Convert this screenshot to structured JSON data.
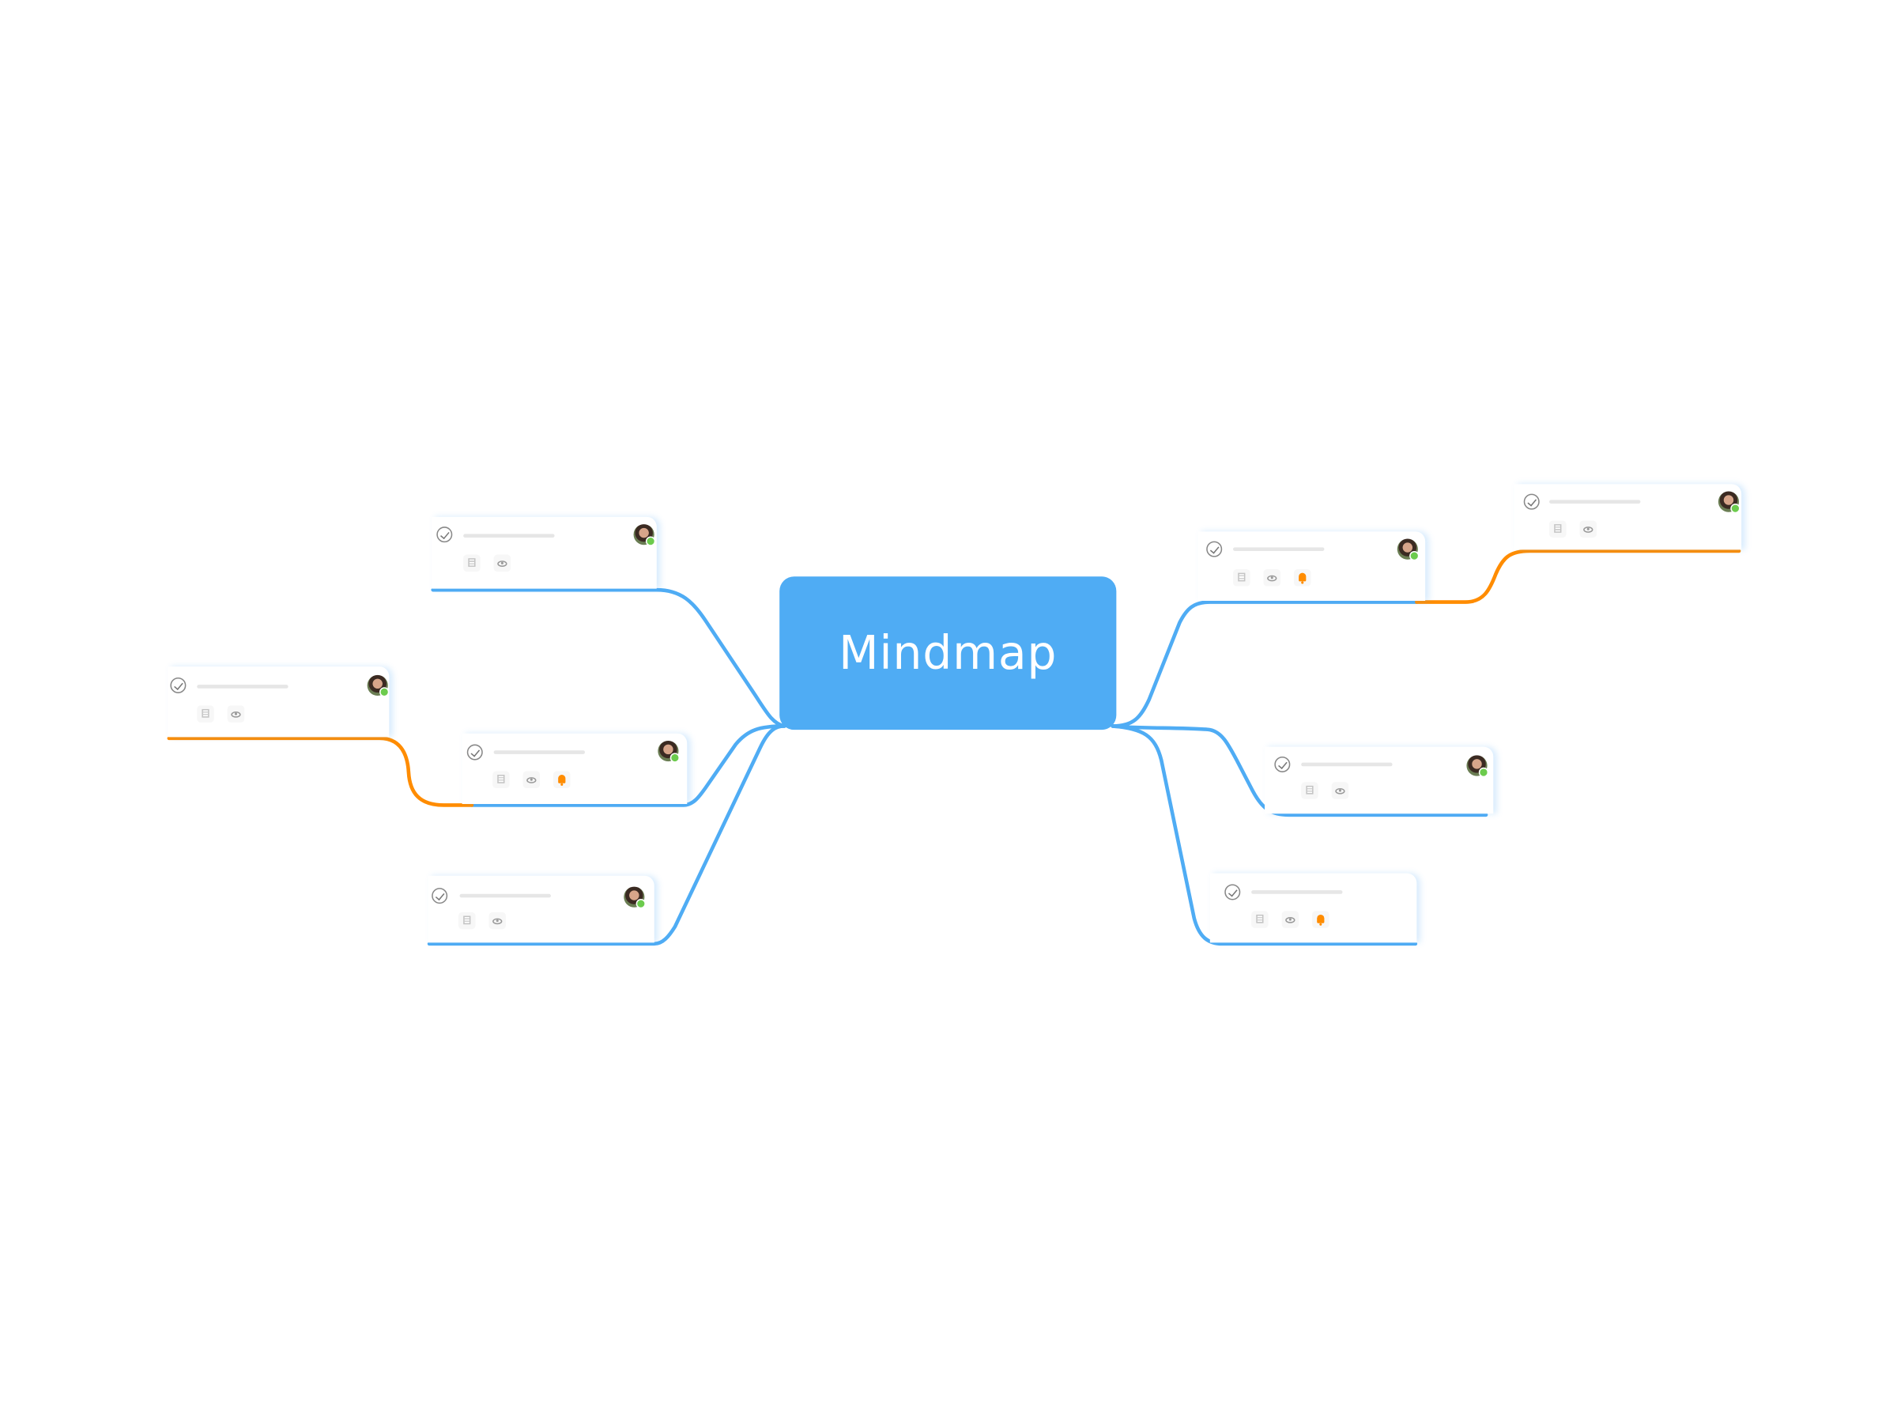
{
  "central_topic": {
    "label": "Mindmap"
  },
  "colors": {
    "primary_branch": "#4facf4",
    "secondary_branch": "#ff8c00",
    "center_fill": "#4facf4",
    "alert_icon": "#ff8c00",
    "online_status": "#6ccb4d"
  },
  "nodes": [
    {
      "id": "top-left",
      "icons": [
        "checkbox-icon",
        "calendar-icon",
        "eye-icon"
      ],
      "has_avatar": true
    },
    {
      "id": "far-left",
      "icons": [
        "checkbox-icon",
        "calendar-icon",
        "eye-icon"
      ],
      "has_avatar": true
    },
    {
      "id": "middle-left",
      "icons": [
        "checkbox-icon",
        "calendar-icon",
        "eye-icon",
        "bell-icon"
      ],
      "has_avatar": true
    },
    {
      "id": "bottom-left",
      "icons": [
        "checkbox-icon",
        "calendar-icon",
        "eye-icon"
      ],
      "has_avatar": true
    },
    {
      "id": "top-right",
      "icons": [
        "checkbox-icon",
        "calendar-icon",
        "eye-icon",
        "bell-icon"
      ],
      "has_avatar": true
    },
    {
      "id": "far-right",
      "icons": [
        "checkbox-icon",
        "calendar-icon",
        "eye-icon"
      ],
      "has_avatar": true
    },
    {
      "id": "middle-right",
      "icons": [
        "checkbox-icon",
        "calendar-icon",
        "eye-icon"
      ],
      "has_avatar": true
    },
    {
      "id": "bottom-right",
      "icons": [
        "checkbox-icon",
        "calendar-icon",
        "eye-icon",
        "bell-icon"
      ],
      "has_avatar": false
    }
  ]
}
